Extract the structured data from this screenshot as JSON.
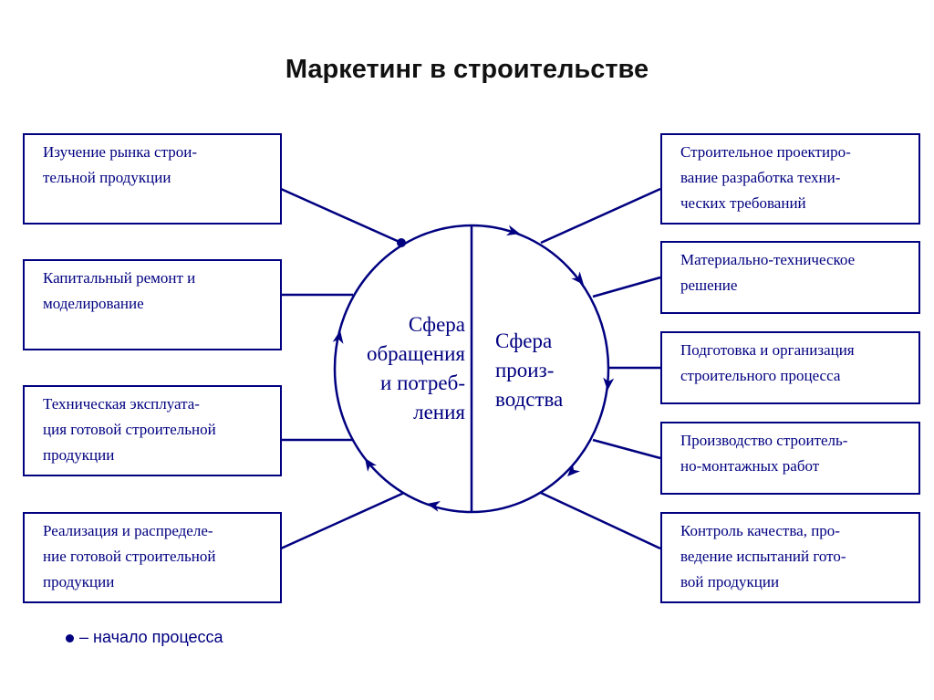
{
  "title": "Маркетинг в строительстве",
  "left_boxes": [
    "Изучение рынка строи-\nтельной продукции",
    "Капитальный ремонт и\nмоделирование",
    "Техническая эксплуата-\nция готовой строительной\nпродукции",
    "Реализация и распределе-\nние готовой строительной\nпродукции"
  ],
  "right_boxes": [
    "Строительное проектиро-\nвание разработка техни-\nческих требований",
    "Материально-техническое\nрешение",
    "Подготовка и организация\nстроительного процесса",
    "Производство строитель-\nно-монтажных работ",
    "Контроль качества, про-\nведение испытаний гото-\nвой продукции"
  ],
  "circle": {
    "left_label": "Сфера\nобращения\nи потреб-\nления",
    "right_label": "Сфера\nпроиз-\nводства"
  },
  "legend": {
    "text": "– начало процесса"
  },
  "colors": {
    "primary": "#000080"
  }
}
